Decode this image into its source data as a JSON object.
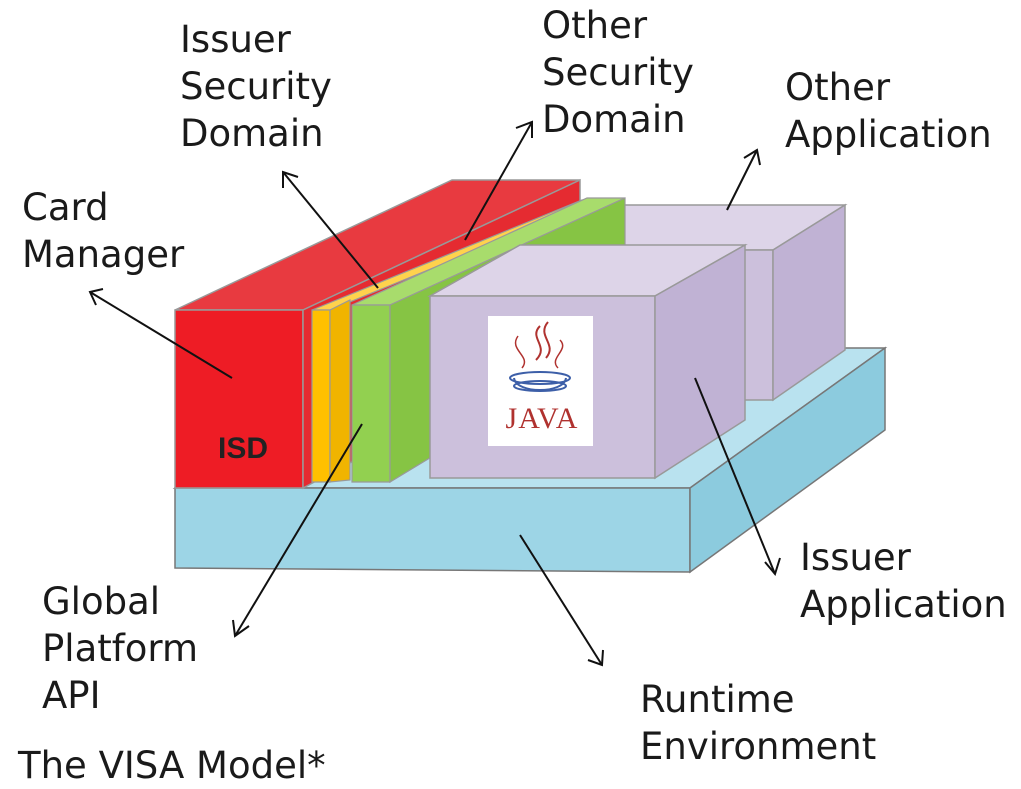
{
  "labels": {
    "issuer_security_domain": "Issuer\nSecurity\nDomain",
    "other_security_domain": "Other\nSecurity\nDomain",
    "other_application": "Other\nApplication",
    "card_manager": "Card\nManager",
    "isd": "ISD",
    "global_platform_api": "Global\nPlatform\nAPI",
    "issuer_application": "Issuer\nApplication",
    "runtime_environment": "Runtime\nEnvironment",
    "visa_model": "The VISA Model*",
    "java": "JAVA"
  },
  "colors": {
    "isd_red": "#ee1c25",
    "security_domain_orange": "#ffc000",
    "api_green": "#92d050",
    "application_lavender": "#ccc0dc",
    "runtime_blue": "#9dd5e6",
    "java_red": "#b0322f"
  }
}
